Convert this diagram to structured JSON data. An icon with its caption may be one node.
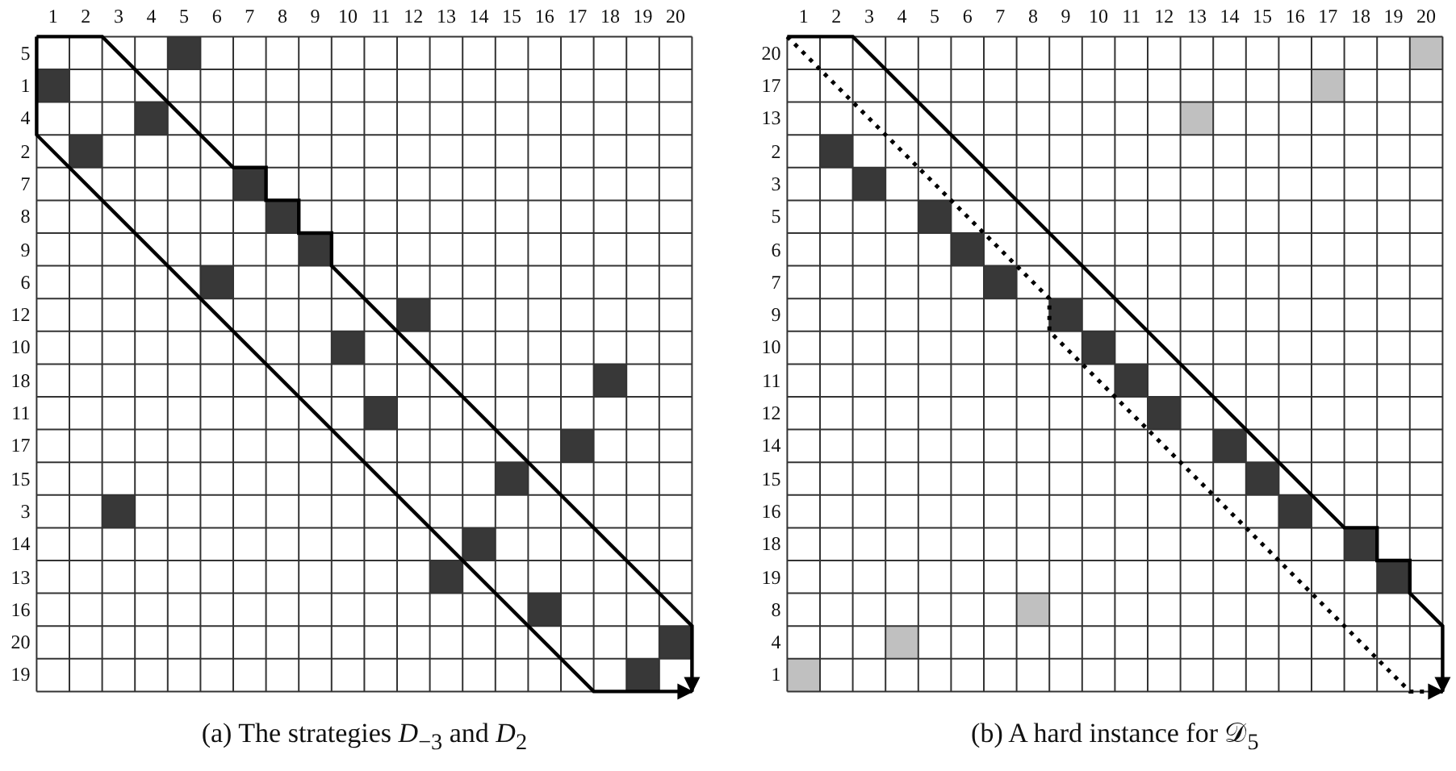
{
  "diagram": {
    "labels": [
      "1",
      "2",
      "3",
      "4",
      "5",
      "6",
      "7",
      "8",
      "9",
      "10",
      "11",
      "12",
      "13",
      "14",
      "15",
      "16",
      "17",
      "18",
      "19",
      "20",
      "5",
      "1",
      "4",
      "2",
      "7",
      "8",
      "9",
      "6",
      "12",
      "10",
      "18",
      "11",
      "17",
      "15",
      "3",
      "14",
      "13",
      "16",
      "20",
      "19",
      "(a) The strategies *D*$_{−3}$ and *D*$_{2}$",
      "1",
      "2",
      "3",
      "4",
      "5",
      "6",
      "7",
      "8",
      "9",
      "10",
      "11",
      "12",
      "13",
      "14",
      "15",
      "16",
      "17",
      "18",
      "19",
      "20",
      "20",
      "17",
      "13",
      "2",
      "3",
      "5",
      "6",
      "7",
      "9",
      "10",
      "11",
      "12",
      "14",
      "15",
      "16",
      "18",
      "19",
      "8",
      "4",
      "1",
      "(b) A hard instance for 𝒟$_{5}$"
    ]
  }
}
